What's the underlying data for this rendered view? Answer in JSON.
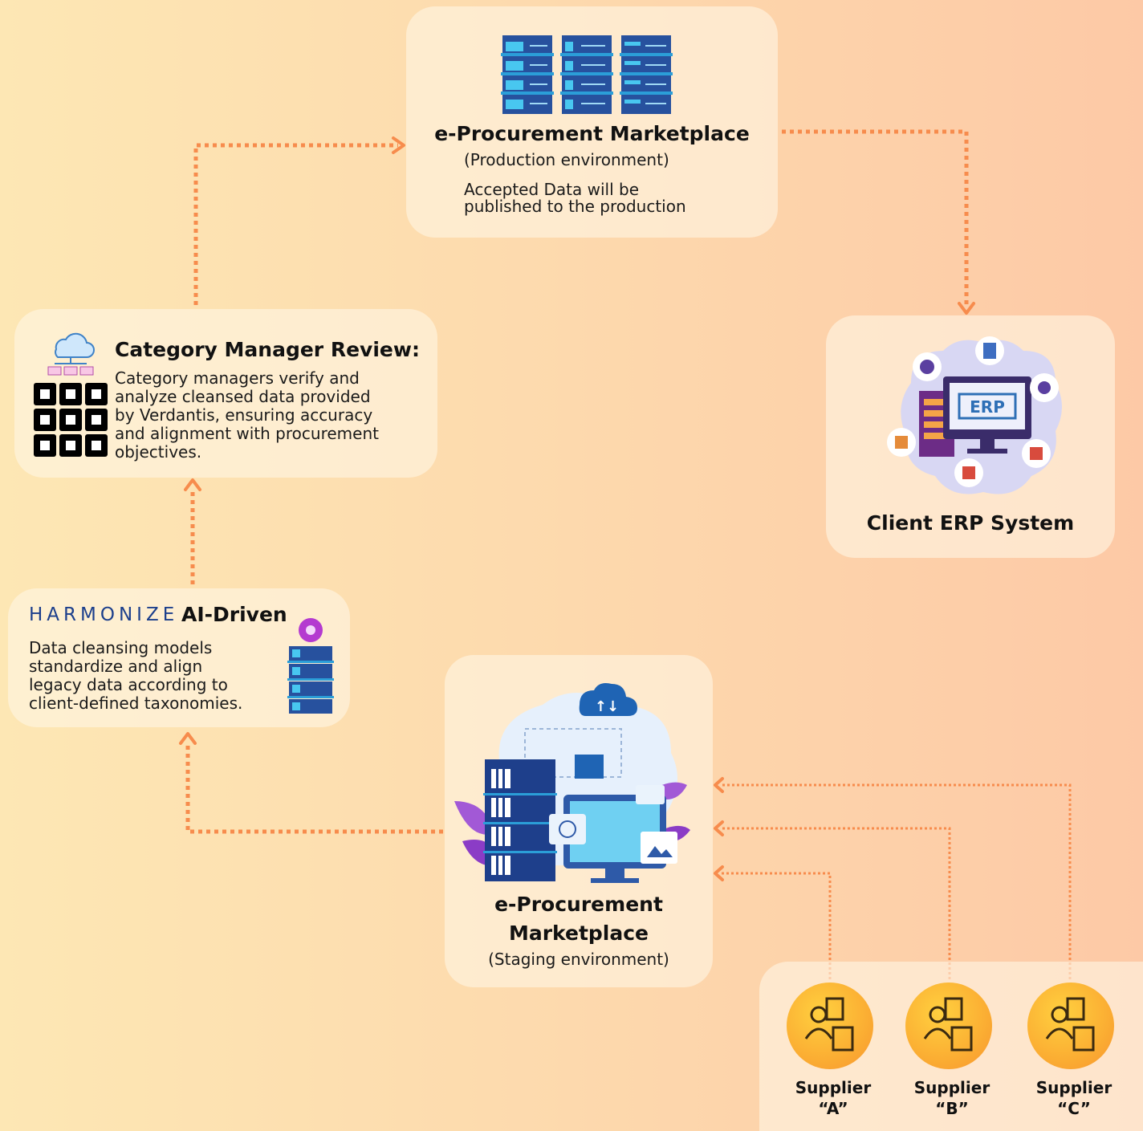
{
  "production": {
    "title": "e-Procurement Marketplace",
    "subtitle": "(Production environment)",
    "note_line1": "Accepted Data will be",
    "note_line2": "published to the production",
    "icon": "server-rack-icon"
  },
  "category_review": {
    "title": "Category Manager Review:",
    "text_lines": [
      "Category managers verify and",
      "analyze cleansed data provided",
      "by Verdantis, ensuring accuracy",
      "and alignment with procurement",
      "objectives."
    ],
    "icon": "category-grid-cloud-icon"
  },
  "erp": {
    "title": "Client ERP System",
    "screen_label": "ERP",
    "icon": "erp-system-icon"
  },
  "harmonize": {
    "brand": "HARMONIZE",
    "title": "AI-Driven",
    "text_lines": [
      "Data cleansing models",
      "standardize and align",
      "legacy data according to",
      "client-defined taxonomies."
    ],
    "icon": "ai-server-icon",
    "brand_color": "#1c3f8c"
  },
  "staging": {
    "title_line1": "e-Procurement",
    "title_line2": "Marketplace",
    "subtitle": "(Staging environment)",
    "icon": "staging-server-cloud-icon"
  },
  "suppliers": [
    {
      "line1": "Supplier",
      "line2": "“A”"
    },
    {
      "line1": "Supplier",
      "line2": "“B”"
    },
    {
      "line1": "Supplier",
      "line2": "“C”"
    }
  ],
  "colors": {
    "accent_line": "#f78c4d",
    "supplier_circle": "#fbae33",
    "erp_bubble": "#d8d7f3",
    "server_blue": "#27519e"
  }
}
